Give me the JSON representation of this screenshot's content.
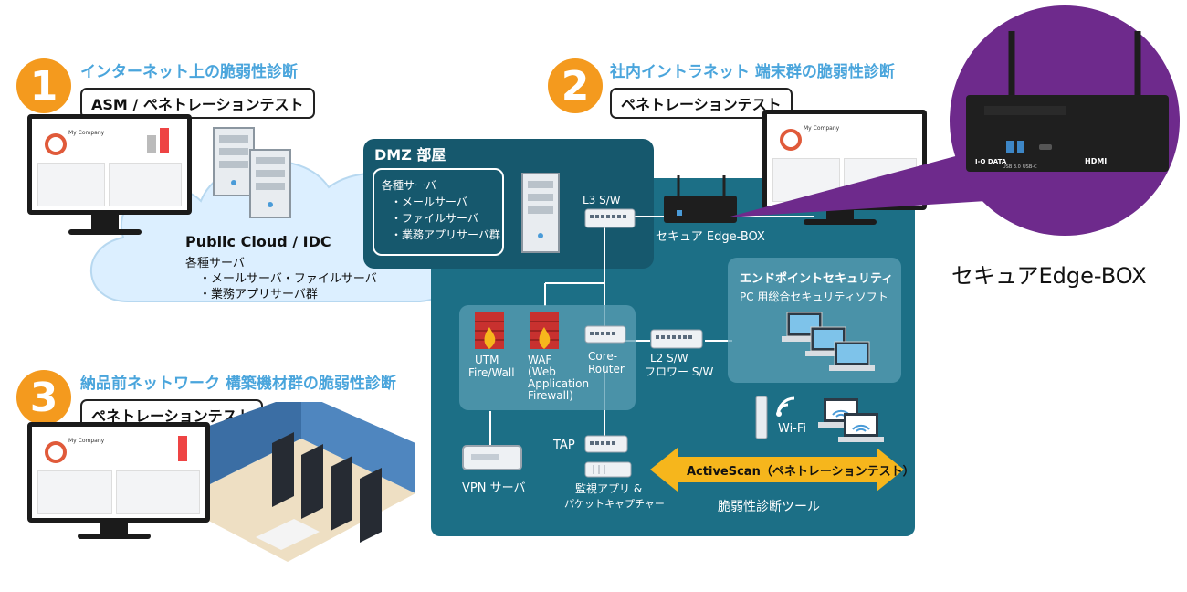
{
  "section1": {
    "number": "1",
    "title": "インターネット上の脆弱性診断",
    "label": "ASM / ペネトレーションテスト"
  },
  "section2": {
    "number": "2",
    "title": "社内イントラネット 端末群の脆弱性診断",
    "label": "ペネトレーションテスト"
  },
  "section3": {
    "number": "3",
    "title": "納品前ネットワーク 構築機材群の脆弱性診断",
    "label": "ペネトレーションテスト"
  },
  "cloud": {
    "title": "Public Cloud / IDC",
    "servers_heading": "各種サーバ",
    "servers_line1": "・メールサーバ・ファイルサーバ",
    "servers_line2": "・業務アプリサーバ群"
  },
  "dmz": {
    "title": "DMZ 部屋",
    "servers_heading": "各種サーバ",
    "item1": "・メールサーバ",
    "item2": "・ファイルサーバ",
    "item3": "・業務アプリサーバ群"
  },
  "network": {
    "l3": "L3 S/W",
    "edge_box": "セキュア Edge-BOX",
    "utm_line1": "UTM",
    "utm_line2": "Fire/Wall",
    "waf_line1": "WAF",
    "waf_line2": "(Web",
    "waf_line3": "Application",
    "waf_line4": "Firewall)",
    "core_line1": "Core-",
    "core_line2": "Router",
    "l2_line1": "L2 S/W",
    "l2_line2": "フロワー S/W",
    "tap": "TAP",
    "vpn": "VPN サーバ",
    "monitor_line1": "監視アプリ &",
    "monitor_line2": "パケットキャプチャー",
    "wifi": "Wi-Fi"
  },
  "endpoint": {
    "title": "エンドポイントセキュリティ",
    "subtitle": "PC 用総合セキュリティソフト"
  },
  "activescan": {
    "label": "ActiveScan（ペネトレーションテスト）",
    "caption": "脆弱性診断ツール"
  },
  "edgebox_product": {
    "name": "セキュアEdge-BOX",
    "brand": "I-O DATA",
    "port_usb": "USB 3.0",
    "port_usbc": "USB-C",
    "port_hdmi": "HDMI"
  },
  "screen_app": {
    "company": "My Company"
  },
  "colors": {
    "orange": "#f49a1e",
    "blue_title": "#4aa5dc",
    "teal_zone": "#1c6f86",
    "dmz_box": "#16586d",
    "purple": "#6e2a8c",
    "yellow_arrow": "#f6b61c"
  }
}
